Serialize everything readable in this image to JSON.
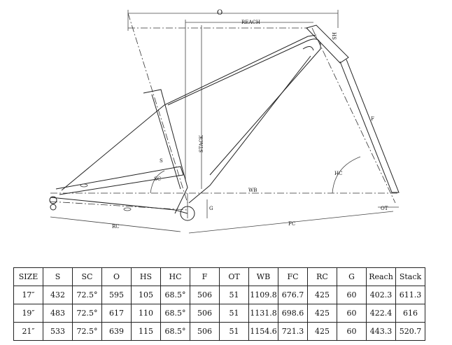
{
  "diagram": {
    "labels": {
      "o": "O",
      "reach": "REACH",
      "hs": "HS",
      "stack": "STACK",
      "f": "F",
      "s": "S",
      "sc": "SC",
      "hc": "HC",
      "wb": "WB",
      "g": "G",
      "ot": "OT",
      "rc": "RC",
      "fc": "FC"
    }
  },
  "table": {
    "headers": [
      "SIZE",
      "S",
      "SC",
      "O",
      "HS",
      "HC",
      "F",
      "OT",
      "WB",
      "FC",
      "RC",
      "G",
      "Reach",
      "Stack"
    ],
    "rows": [
      [
        "17″",
        "432",
        "72.5°",
        "595",
        "105",
        "68.5°",
        "506",
        "51",
        "1109.8",
        "676.7",
        "425",
        "60",
        "402.3",
        "611.3"
      ],
      [
        "19″",
        "483",
        "72.5°",
        "617",
        "110",
        "68.5°",
        "506",
        "51",
        "1131.8",
        "698.6",
        "425",
        "60",
        "422.4",
        "616"
      ],
      [
        "21″",
        "533",
        "72.5°",
        "639",
        "115",
        "68.5°",
        "506",
        "51",
        "1154.6",
        "721.3",
        "425",
        "60",
        "443.3",
        "520.7"
      ]
    ]
  }
}
